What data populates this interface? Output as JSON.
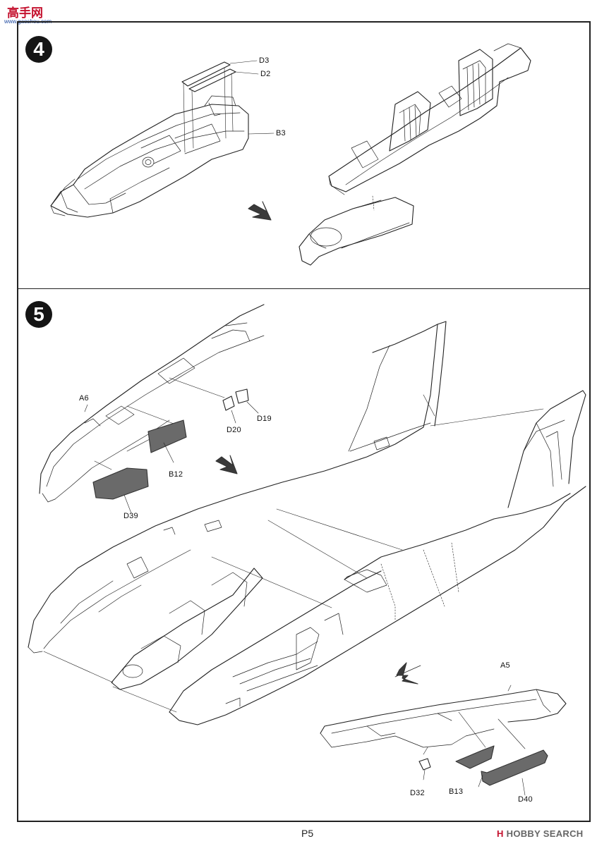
{
  "watermark": {
    "cn_text": "高手网",
    "url_text": "www.gaoshou.com"
  },
  "steps": [
    {
      "number": "4",
      "part_labels": [
        "D3",
        "D2",
        "B3"
      ]
    },
    {
      "number": "5",
      "part_labels": [
        "A6",
        "D20",
        "D19",
        "B12",
        "D39",
        "A5",
        "D32",
        "B13",
        "D40"
      ]
    }
  ],
  "footer": {
    "page_number": "P5",
    "brand_mark": "H",
    "brand_text": "HOBBY SEARCH"
  },
  "colors": {
    "ink": "#222222",
    "badge": "#151515",
    "brand_red": "#c4122f"
  }
}
